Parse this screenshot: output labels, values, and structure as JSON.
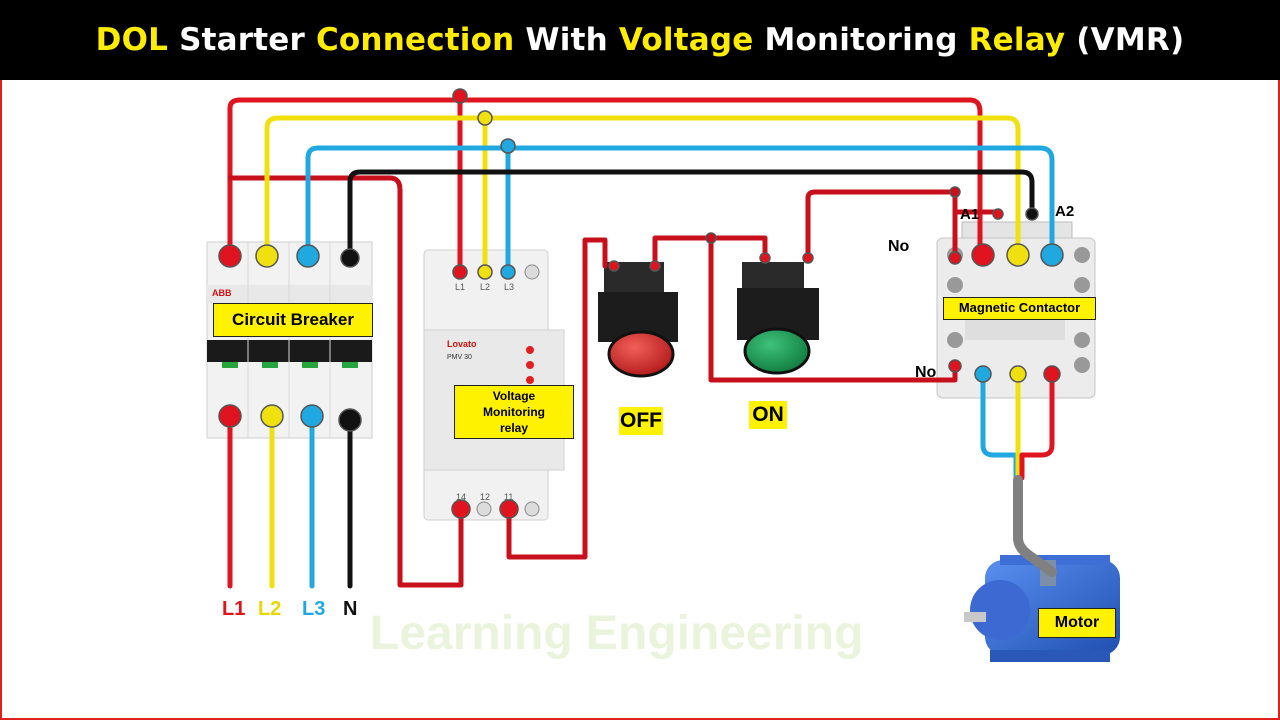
{
  "title": {
    "part1": "DOL",
    "part2": " Starter ",
    "part3": "Connection",
    "part4": " With ",
    "part5": "Voltage",
    "part6": " Monitoring ",
    "part7": "Relay",
    "part8": " (VMR)"
  },
  "colors": {
    "title_highlight": "#ffec00",
    "l1": "#e0141e",
    "l2": "#f0e010",
    "l3": "#20a8e0",
    "n": "#111111",
    "label_bg": "#fff200"
  },
  "components": {
    "breaker": {
      "label": "Circuit  Breaker",
      "brand": "ABB"
    },
    "vmr": {
      "label_line1": "Voltage",
      "label_line2": "Monitoring",
      "label_line3": "relay",
      "brand": "Lovato",
      "model": "PMV 30",
      "top_terminals": [
        "L1",
        "L2",
        "L3"
      ],
      "bottom_terminals": [
        "14",
        "12",
        "11"
      ]
    },
    "off_button": {
      "label": "OFF"
    },
    "on_button": {
      "label": "ON"
    },
    "contactor": {
      "label": "Magnetic Contactor",
      "coil_a1": "A1",
      "coil_a2": "A2",
      "no_top": "No",
      "no_bottom": "No"
    },
    "motor": {
      "label": "Motor"
    }
  },
  "supply_labels": [
    "L1",
    "L2",
    "L3",
    "N"
  ],
  "watermark": "Learning Engineering"
}
